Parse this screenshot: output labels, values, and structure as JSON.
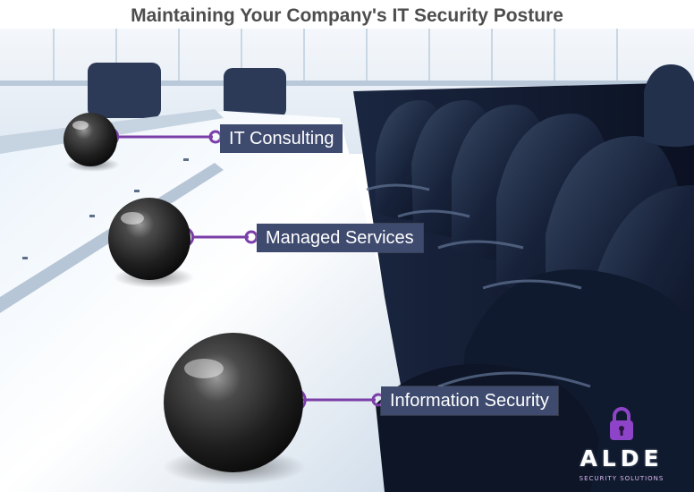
{
  "title": "Maintaining Your Company's IT Security Posture",
  "items": [
    {
      "label": "IT Consulting"
    },
    {
      "label": "Managed Services"
    },
    {
      "label": "Information Security"
    }
  ],
  "logo": {
    "name": "ALDE",
    "tagline": "SECURITY SOLUTIONS",
    "accent_color": "#8e44c8"
  },
  "colors": {
    "label_bg": "#3e4a6e",
    "connector": "#7b3fa8",
    "title_text": "#4d4d4d"
  },
  "icons": [
    "padlock-icon"
  ]
}
